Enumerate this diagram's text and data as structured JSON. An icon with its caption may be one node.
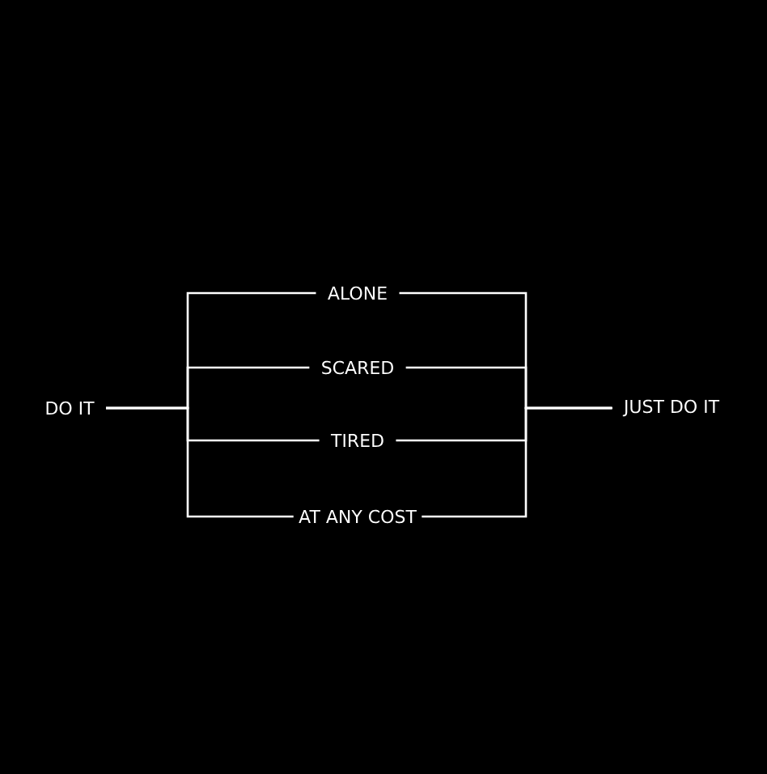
{
  "diagram": {
    "nodes": [
      {
        "text": [
          "DO IT"
        ]
      },
      {
        "text": [
          "ALONE"
        ]
      },
      {
        "text": [
          "SCARED"
        ]
      },
      {
        "text": [
          "TIRED"
        ]
      },
      {
        "text": [
          "AT ANY COST"
        ]
      },
      {
        "text": [
          "JUST DO IT"
        ]
      }
    ],
    "edges": [
      {
        "from": 0,
        "to": 1,
        "arrow": "none"
      },
      {
        "from": 0,
        "to": 2,
        "arrow": "none"
      },
      {
        "from": 0,
        "to": 3,
        "arrow": "none"
      },
      {
        "from": 0,
        "to": 4,
        "arrow": "none"
      },
      {
        "from": 1,
        "to": 5,
        "arrow": "none"
      },
      {
        "from": 2,
        "to": 5,
        "arrow": "none"
      },
      {
        "from": 3,
        "to": 5,
        "arrow": "none"
      },
      {
        "from": 4,
        "to": 5,
        "arrow": "none"
      }
    ]
  }
}
